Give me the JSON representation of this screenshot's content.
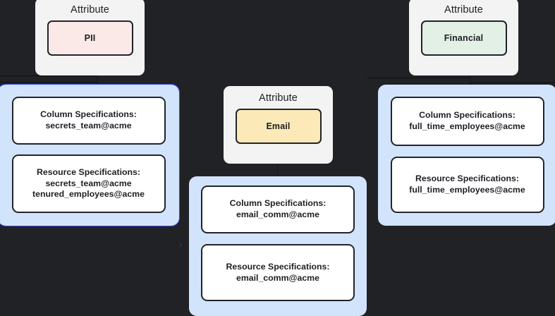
{
  "diagram": {
    "background_color": "#212226",
    "group_fill": "#d2e4fb",
    "selection_color": "#3b46e0",
    "card_fill": "#f3f3f3",
    "box_fill": "#ffffff",
    "border_color": "#22242a",
    "chevron_glyph": "›"
  },
  "attributes": [
    {
      "card_label": "Attribute",
      "badge_label": "PII",
      "badge_color": "#fae9e7"
    },
    {
      "card_label": "Attribute",
      "badge_label": "Email",
      "badge_color": "#fbeab8"
    },
    {
      "card_label": "Attribute",
      "badge_label": "Financial",
      "badge_color": "#e2f0e6"
    }
  ],
  "groups": [
    {
      "id": "pii-specs",
      "selected": true,
      "boxes": [
        {
          "title": "Column Specifications:",
          "values": [
            "secrets_team@acme"
          ]
        },
        {
          "title": "Resource Specifications:",
          "values": [
            "secrets_team@acme",
            "tenured_employees@acme"
          ]
        }
      ]
    },
    {
      "id": "email-specs",
      "selected": false,
      "boxes": [
        {
          "title": "Column Specifications:",
          "values": [
            "email_comm@acme"
          ]
        },
        {
          "title": "Resource Specifications:",
          "values": [
            "email_comm@acme"
          ]
        }
      ]
    },
    {
      "id": "financial-specs",
      "selected": false,
      "boxes": [
        {
          "title": "Column Specifications:",
          "values": [
            "full_time_employees@acme"
          ]
        },
        {
          "title": "Resource Specifications:",
          "values": [
            "full_time_employees@acme"
          ]
        }
      ]
    }
  ]
}
